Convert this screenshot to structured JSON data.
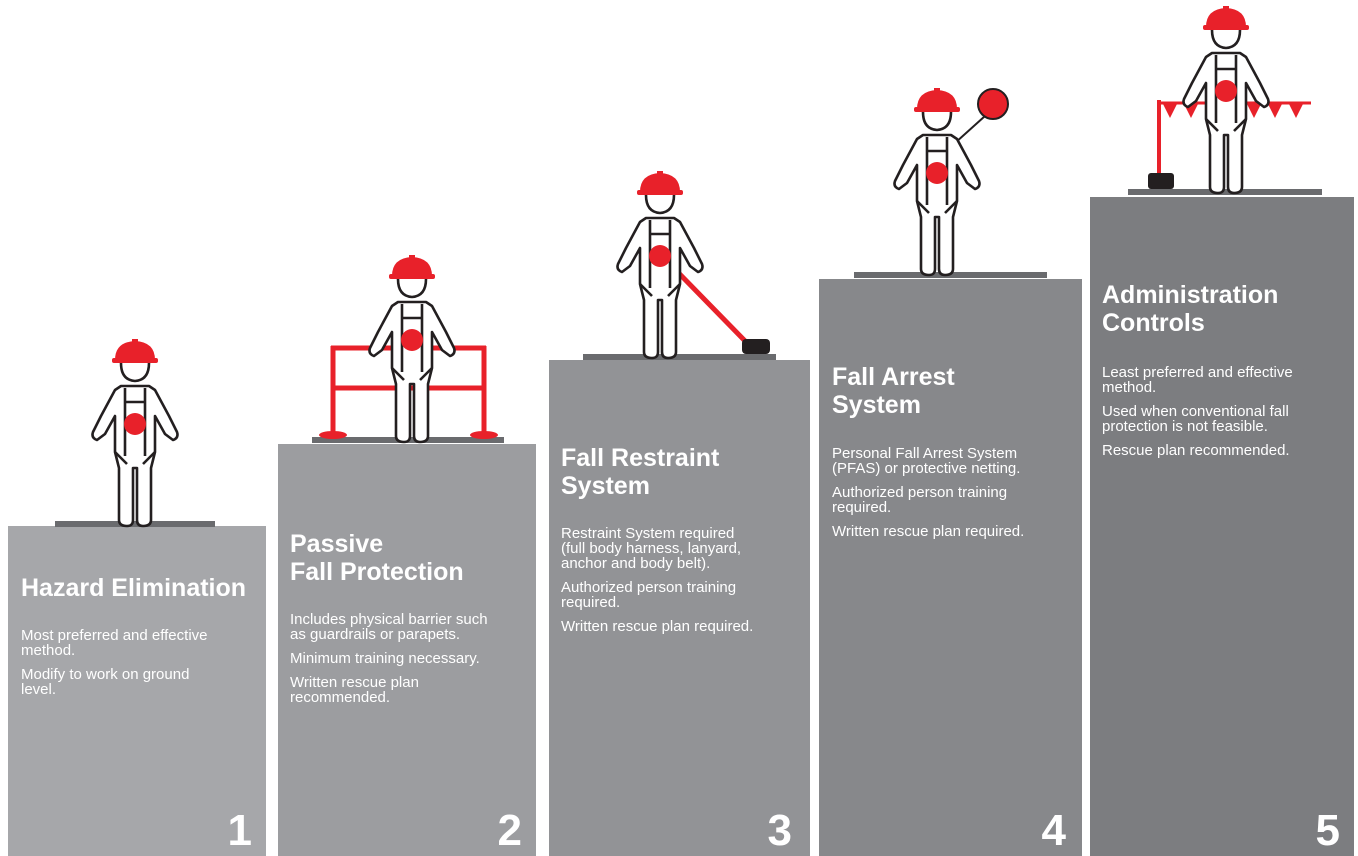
{
  "steps": [
    {
      "number": "1",
      "title": "Hazard Elimination",
      "desc": [
        "Most preferred and effective\nmethod.",
        "Modify to work on ground\nlevel."
      ]
    },
    {
      "number": "2",
      "title": "Passive\nFall Protection",
      "desc": [
        "Includes physical barrier such\nas guardrails or parapets.",
        "Minimum training necessary.",
        "Written rescue plan\nrecommended."
      ]
    },
    {
      "number": "3",
      "title": "Fall Restraint\nSystem",
      "desc": [
        "Restraint System required\n(full body harness, lanyard,\nanchor and body belt).",
        "Authorized person training\nrequired.",
        "Written rescue plan required."
      ]
    },
    {
      "number": "4",
      "title": "Fall Arrest\nSystem",
      "desc": [
        "Personal Fall Arrest System\n(PFAS) or protective netting.",
        "Authorized person training\nrequired.",
        "Written rescue plan required."
      ]
    },
    {
      "number": "5",
      "title": "Administration\nControls",
      "desc": [
        "Least preferred and effective\nmethod.",
        "Used when conventional fall\nprotection is not feasible.",
        "Rescue plan recommended."
      ]
    }
  ],
  "colors": {
    "columns": [
      "#a6a7aa",
      "#9c9da0",
      "#929396",
      "#87888b",
      "#7c7d80"
    ],
    "platform": "#6a6b6e",
    "accent": "#e8212a",
    "outline": "#231f20",
    "text": "#ffffff"
  },
  "icons": [
    "worker-icon",
    "guardrail-icon",
    "anchor-icon",
    "lanyard-icon",
    "lifeline-ball-icon",
    "warning-flags-icon"
  ]
}
